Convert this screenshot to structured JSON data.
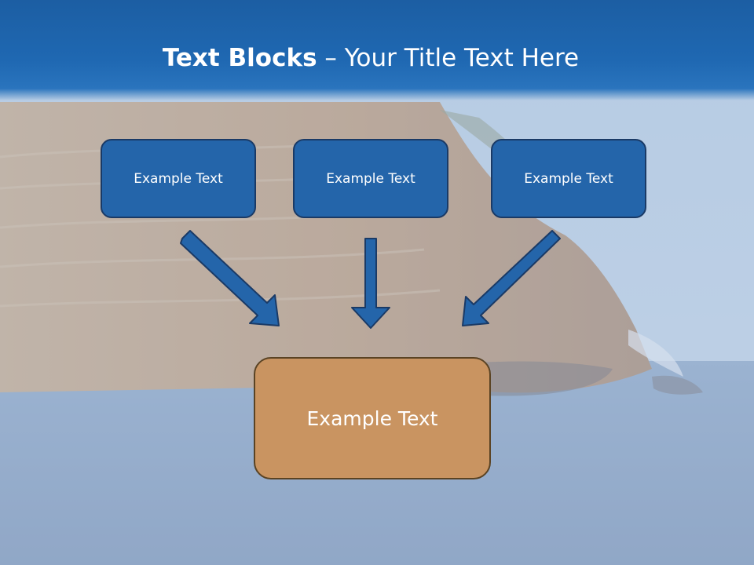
{
  "title": {
    "bold": "Text Blocks",
    "rest": " – Your Title Text Here"
  },
  "boxes": [
    {
      "label": "Example Text"
    },
    {
      "label": "Example Text"
    },
    {
      "label": "Example Text"
    }
  ],
  "target": {
    "label": "Example Text"
  },
  "colors": {
    "banner": "#1f68b2",
    "box_fill": "#2465aa",
    "box_border": "#1a3a66",
    "target_fill": "#c99461",
    "target_border": "#5a4324",
    "arrow": "#2465aa"
  }
}
